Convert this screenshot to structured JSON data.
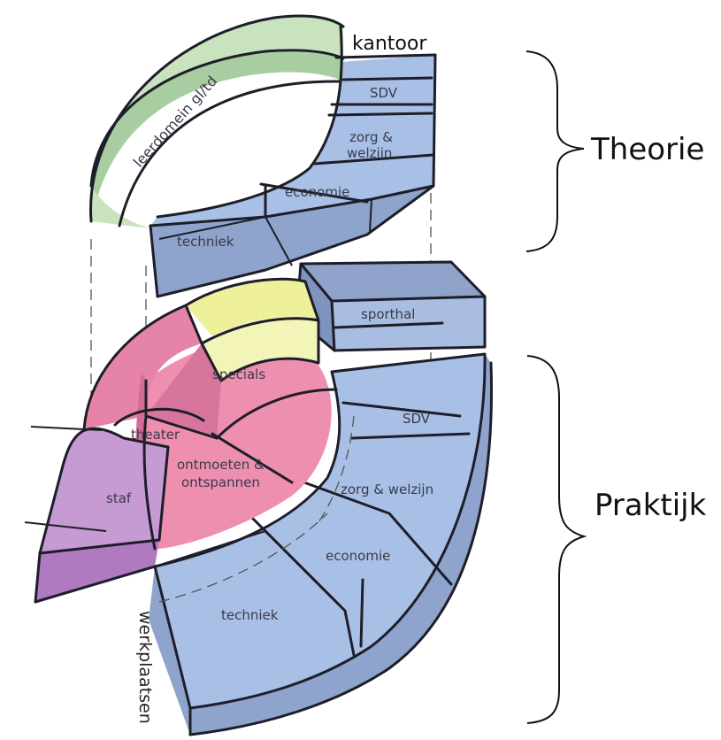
{
  "labels": {
    "kantoor": "kantoor",
    "leerdomein": "leerdomein gl/td",
    "sdv_top": "SDV",
    "zorg_top_1": "zorg &",
    "zorg_top_2": "welzijn",
    "economie_top": "economie",
    "techniek_top": "techniek",
    "sporthal": "sporthal",
    "specials": "specials",
    "theater": "theater",
    "ontmoeten_1": "ontmoeten &",
    "ontmoeten_2": "ontspannen",
    "staf": "staf",
    "sdv_bottom": "SDV",
    "zorg_bottom": "zorg & welzijn",
    "economie_bottom": "economie",
    "techniek_bottom": "techniek",
    "werkplaatsen": "werkplaatsen"
  },
  "brackets": {
    "theorie": "Theorie",
    "praktijk": "Praktijk"
  },
  "colors": {
    "blue_face": "#a9c0e6",
    "blue_side": "#8ea4cc",
    "green_face": "#c9e3bf",
    "green_side": "#a8cda0",
    "pink": "#ee8fb0",
    "pink_side": "#d36d97",
    "purple": "#b07ac0",
    "purple_light": "#c69ad2",
    "yellow": "#eef09a"
  }
}
